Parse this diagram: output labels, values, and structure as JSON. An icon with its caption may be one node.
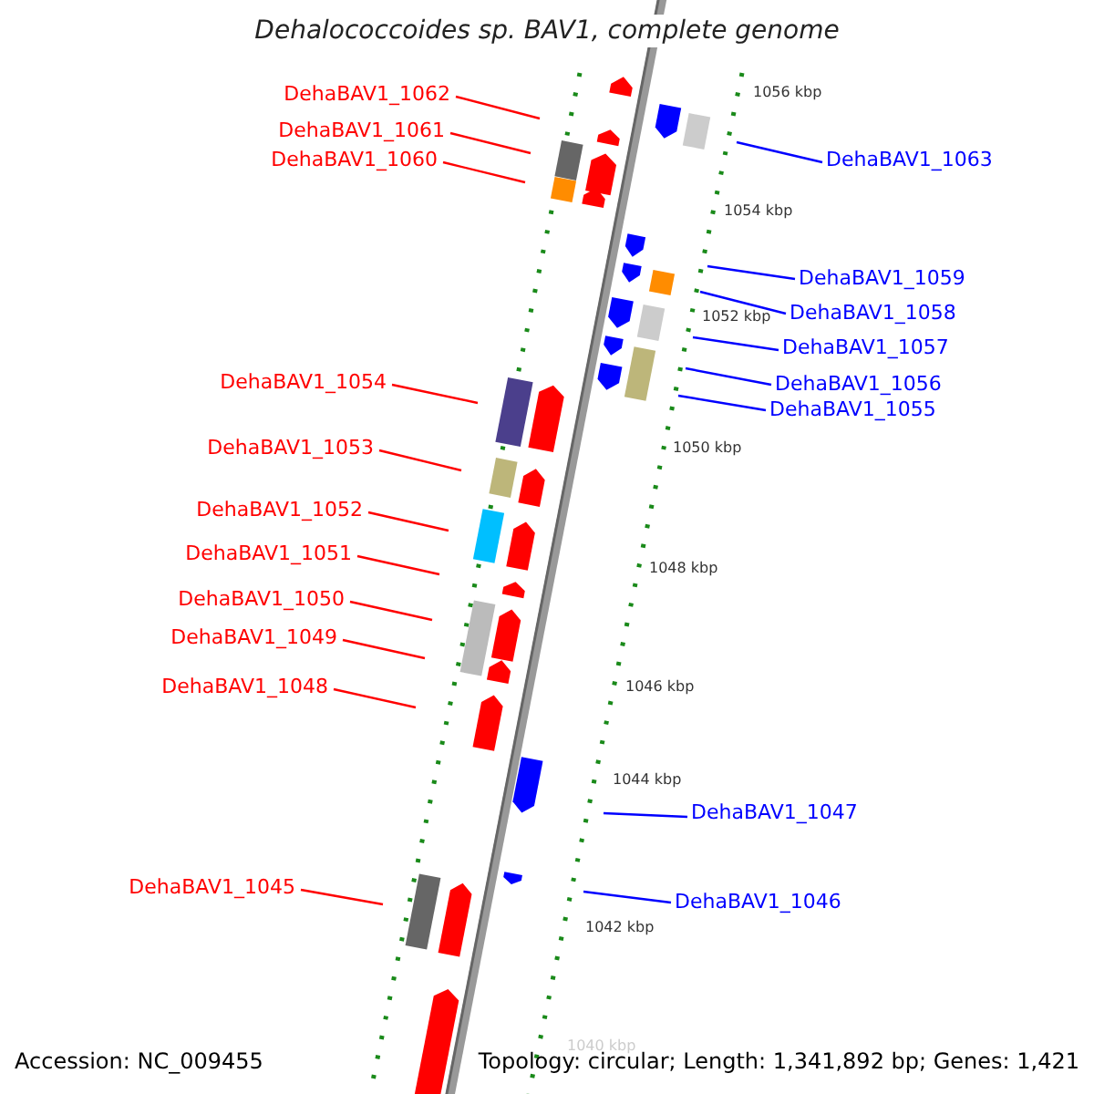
{
  "diagram": {
    "title": "Dehalococcoides sp. BAV1, complete genome",
    "nodes": [
      {
        "text": [
          "DehaBAV1_1062"
        ]
      },
      {
        "text": [
          "DehaBAV1_1061"
        ]
      },
      {
        "text": [
          "DehaBAV1_1060"
        ]
      },
      {
        "text": [
          "DehaBAV1_1063"
        ]
      },
      {
        "text": [
          "DehaBAV1_1059"
        ]
      },
      {
        "text": [
          "DehaBAV1_1058"
        ]
      },
      {
        "text": [
          "DehaBAV1_1057"
        ]
      },
      {
        "text": [
          "DehaBAV1_1056"
        ]
      },
      {
        "text": [
          "DehaBAV1_1054"
        ]
      },
      {
        "text": [
          "DehaBAV1_1055"
        ]
      },
      {
        "text": [
          "DehaBAV1_1053"
        ]
      },
      {
        "text": [
          "DehaBAV1_1052"
        ]
      },
      {
        "text": [
          "DehaBAV1_1051"
        ]
      },
      {
        "text": [
          "DehaBAV1_1050"
        ]
      },
      {
        "text": [
          "DehaBAV1_1049"
        ]
      },
      {
        "text": [
          "DehaBAV1_1048"
        ]
      },
      {
        "text": [
          "DehaBAV1_1047"
        ]
      },
      {
        "text": [
          "DehaBAV1_1045"
        ]
      },
      {
        "text": [
          "DehaBAV1_1046"
        ]
      }
    ],
    "edges": [
      {
        "from": 0,
        "to": null,
        "arrow": "none"
      },
      {
        "from": 1,
        "to": null,
        "arrow": "none"
      },
      {
        "from": 2,
        "to": null,
        "arrow": "none"
      },
      {
        "from": 3,
        "to": null,
        "arrow": "none",
        "color": "#0000ff"
      },
      {
        "from": 4,
        "to": null,
        "arrow": "none",
        "color": "#0000ff"
      },
      {
        "from": 5,
        "to": null,
        "arrow": "none",
        "color": "#0000ff"
      },
      {
        "from": 6,
        "to": null,
        "arrow": "none",
        "color": "#0000ff"
      },
      {
        "from": 7,
        "to": null,
        "arrow": "none",
        "color": "#0000ff"
      },
      {
        "from": 8,
        "to": null,
        "arrow": "none"
      },
      {
        "from": 9,
        "to": null,
        "arrow": "none",
        "color": "#0000ff"
      },
      {
        "from": 10,
        "to": null,
        "arrow": "none"
      },
      {
        "from": 11,
        "to": null,
        "arrow": "none"
      },
      {
        "from": 12,
        "to": null,
        "arrow": "none"
      },
      {
        "from": 13,
        "to": null,
        "arrow": "none"
      },
      {
        "from": 14,
        "to": null,
        "arrow": "none"
      },
      {
        "from": 15,
        "to": null,
        "arrow": "none"
      },
      {
        "from": 16,
        "to": null,
        "arrow": "none",
        "color": "#0000ff"
      },
      {
        "from": 17,
        "to": null,
        "arrow": "none"
      },
      {
        "from": 18,
        "to": null,
        "arrow": "none",
        "color": "#0000ff"
      }
    ],
    "labels": [
      "1056 kbp",
      "1054 kbp",
      "1052 kbp",
      "1050 kbp",
      "1048 kbp",
      "1046 kbp",
      "1044 kbp",
      "1042 kbp",
      "1040 kbp",
      "Accession: NC_009455",
      "Topology: circular; Length: 1,341,892 bp; Genes: 1,421"
    ]
  }
}
